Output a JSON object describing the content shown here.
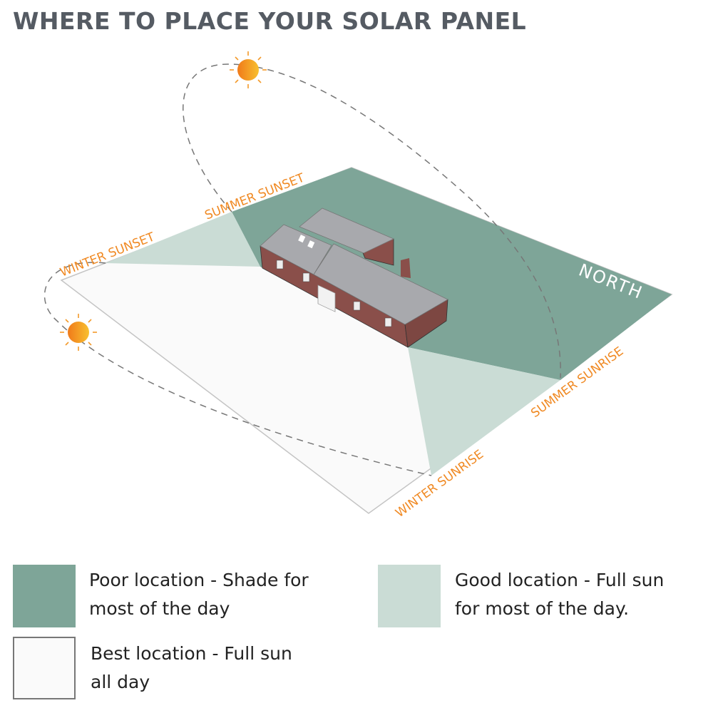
{
  "title": "WHERE TO PLACE YOUR SOLAR PANEL",
  "diagram": {
    "labels": {
      "summer_sunset": "SUMMER SUNSET",
      "winter_sunset": "WINTER SUNSET",
      "summer_sunrise": "SUMMER SUNRISE",
      "winter_sunrise": "WINTER SUNRISE",
      "north": "NORTH"
    },
    "icons": [
      "sun-icon",
      "sun-icon"
    ]
  },
  "legend": [
    {
      "label_line1": "Poor location - Shade for",
      "label_line2": "most of the day",
      "color": "#7ea598"
    },
    {
      "label_line1": "Good location - Full sun",
      "label_line2": "for most of the day.",
      "color": "#cadcd5"
    },
    {
      "label_line1": "Best location - Full sun",
      "label_line2": "all day",
      "color": "#fafafa"
    }
  ],
  "colors": {
    "title": "#555b63",
    "label": "#f08a24",
    "shade": "#7ea598",
    "good": "#cadcd5",
    "best": "#fafafa"
  }
}
